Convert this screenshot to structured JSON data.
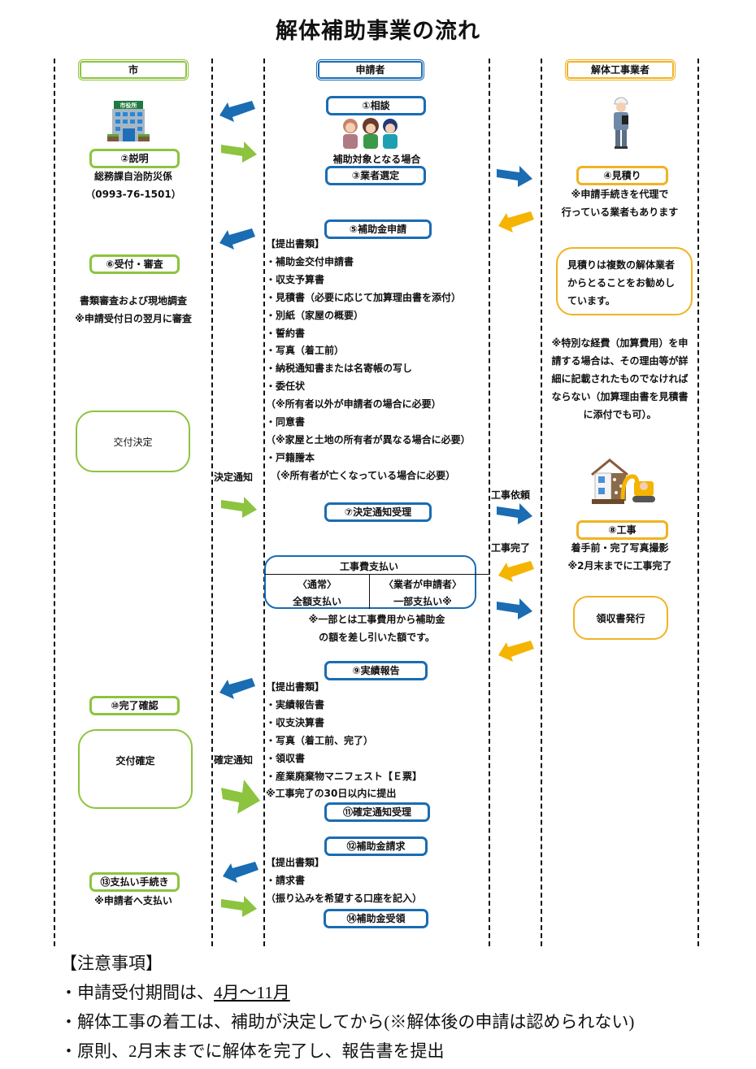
{
  "title": "解体補助事業の流れ",
  "lanes": {
    "city": "市",
    "applicant": "申請者",
    "contractor": "解体工事業者"
  },
  "colors": {
    "city_green": "#8cc43f",
    "applicant_blue": "#1a6cb3",
    "contractor_yellow": "#f0b323"
  },
  "city": {
    "building_sign": "市役所",
    "step2": "②説明",
    "dept": "総務課自治防災係",
    "phone": "（0993-76-1501）",
    "step6": "⑥受付・審査",
    "review_line1": "書類審査および現地調査",
    "review_line2": "※申請受付日の翌月に審査",
    "decision_box": "交付決定",
    "step10": "⑩完了確認",
    "confirm_box": "交付確定",
    "step13": "⑬支払い手続き",
    "pay_note": "※申請者へ支払い"
  },
  "gap_labels": {
    "decision_notice": "決定通知",
    "confirm_notice": "確定通知",
    "work_request": "工事依頼",
    "work_complete": "工事完了"
  },
  "applicant": {
    "step1": "①相談",
    "eligible": "補助対象となる場合",
    "step3": "③業者選定",
    "step5": "⑤補助金申請",
    "application_docs": [
      "【提出書類】",
      "・補助金交付申請書",
      "・収支予算書",
      "・見積書（必要に応じて加算理由書を添付）",
      "・別紙（家屋の概要）",
      "・誓約書",
      "・写真（着工前）",
      "・納税通知書または名寄帳の写し",
      "・委任状",
      "（※所有者以外が申請者の場合に必要）",
      "・同意書",
      "（※家屋と土地の所有者が異なる場合に必要）",
      "・戸籍謄本",
      "　（※所有者が亡くなっている場合に必要）"
    ],
    "step7": "⑦決定通知受理",
    "payment": {
      "title": "工事費支払い",
      "normal_header": "〈通常〉",
      "normal_value": "全額支払い",
      "agent_header": "〈業者が申請者〉",
      "agent_value": "一部支払い※",
      "note_line1": "※一部とは工事費用から補助金",
      "note_line2": "の額を差し引いた額です。"
    },
    "step9": "⑨実績報告",
    "report_docs": [
      "【提出書類】",
      "・実績報告書",
      "・収支決算書",
      "・写真（着工前、完了）",
      "・領収書",
      "・産業廃棄物マニフェスト【Ｅ票】",
      "※工事完了の30日以内に提出"
    ],
    "step11": "⑪確定通知受理",
    "step12": "⑫補助金請求",
    "claim_docs": [
      "【提出書類】",
      "・請求書",
      "（振り込みを希望する口座を記入）"
    ],
    "step14": "⑭補助金受領"
  },
  "contractor": {
    "step4": "④見積り",
    "proxy_line1": "※申請手続きを代理で",
    "proxy_line2": "行っている業者もあります",
    "advice_lines": [
      "見積りは複数の解体業者",
      "からとることをお勧めし",
      "ています。"
    ],
    "special_cost_lines": [
      "※特別な経費（加算費用）を申",
      "請する場合は、その理由等が詳",
      "細に記載されたものでなければ",
      "ならない（加算理由書を見積書",
      "に添付でも可）。"
    ],
    "step8": "⑧工事",
    "photo_note": "着手前・完了写真撮影",
    "deadline_note": "※2月末までに工事完了",
    "receipt_box": "領収書発行"
  },
  "notes": {
    "heading": "【注意事項】",
    "item1_prefix": "・申請受付期間は、",
    "item1_period": "4月～11月",
    "item2": "・解体工事の着工は、補助が決定してから(※解体後の申請は認められない)",
    "item3": "・原則、2月末までに解体を完了し、報告書を提出"
  }
}
